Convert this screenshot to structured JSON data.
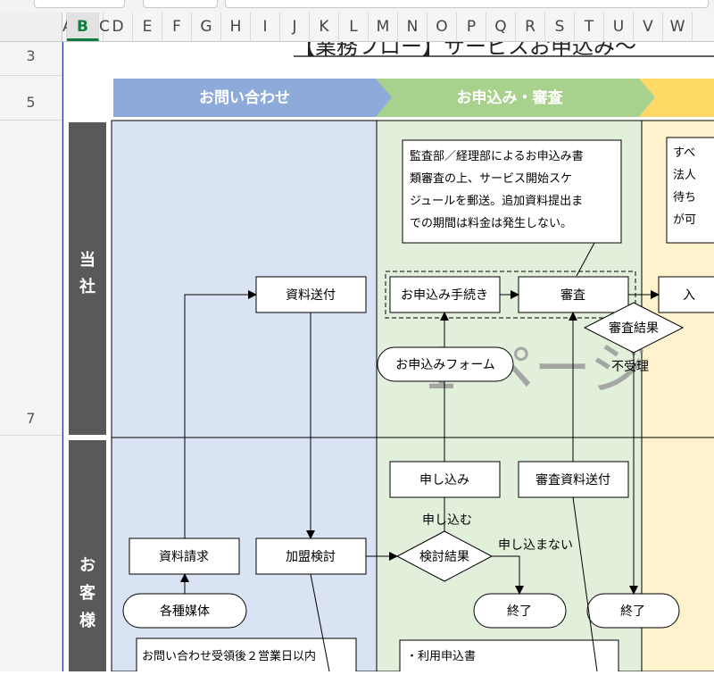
{
  "spreadsheet": {
    "columns": [
      "A",
      "B",
      "C",
      "D",
      "E",
      "F",
      "G",
      "H",
      "I",
      "J",
      "K",
      "L",
      "M",
      "N",
      "O",
      "P",
      "Q",
      "R",
      "S",
      "T",
      "U",
      "V",
      "W"
    ],
    "selected_column": "B",
    "rows": [
      "3",
      "5",
      "7"
    ]
  },
  "flow": {
    "title": "【業務フロー】サービスお申込み〜",
    "watermark": "1 ページ",
    "phases": [
      "お問い合わせ",
      "お申込み・審査"
    ],
    "lanes": [
      "当社",
      "お客様"
    ],
    "boxes": {
      "shiryo_sofu": "資料送付",
      "moshikomi_tetsuzuki": "お申込み手続き",
      "shinsa": "審査",
      "shinsa_kekka": "審査結果",
      "moshikomi_form": "お申込みフォーム",
      "moshikomi": "申し込み",
      "shinsa_shiryo_sofu": "審査資料送付",
      "shiryo_seikyu": "資料請求",
      "kamei_kento": "加盟検討",
      "kento_kekka": "検討結果",
      "kakushu_baitai": "各種媒体",
      "shuryo1": "終了",
      "shuryo2": "終了",
      "next_cut": "入"
    },
    "labels": {
      "fujuri": "不受理",
      "moushikomu": "申し込む",
      "moushikomanai": "申し込まない"
    },
    "notes": {
      "kansa_lines": [
        "監査部／経理部によるお申込み書",
        "類審査の上、サービス開始スケ",
        "ジュールを郵送。追加資料提出ま",
        "での期間は料金は発生しない。"
      ],
      "right_note_lines": [
        "すべ",
        "法人",
        "待ち",
        "が可"
      ],
      "inquiry_note": "お問い合わせ受領後２営業日以内",
      "riyo_note": "・利用申込書"
    }
  }
}
